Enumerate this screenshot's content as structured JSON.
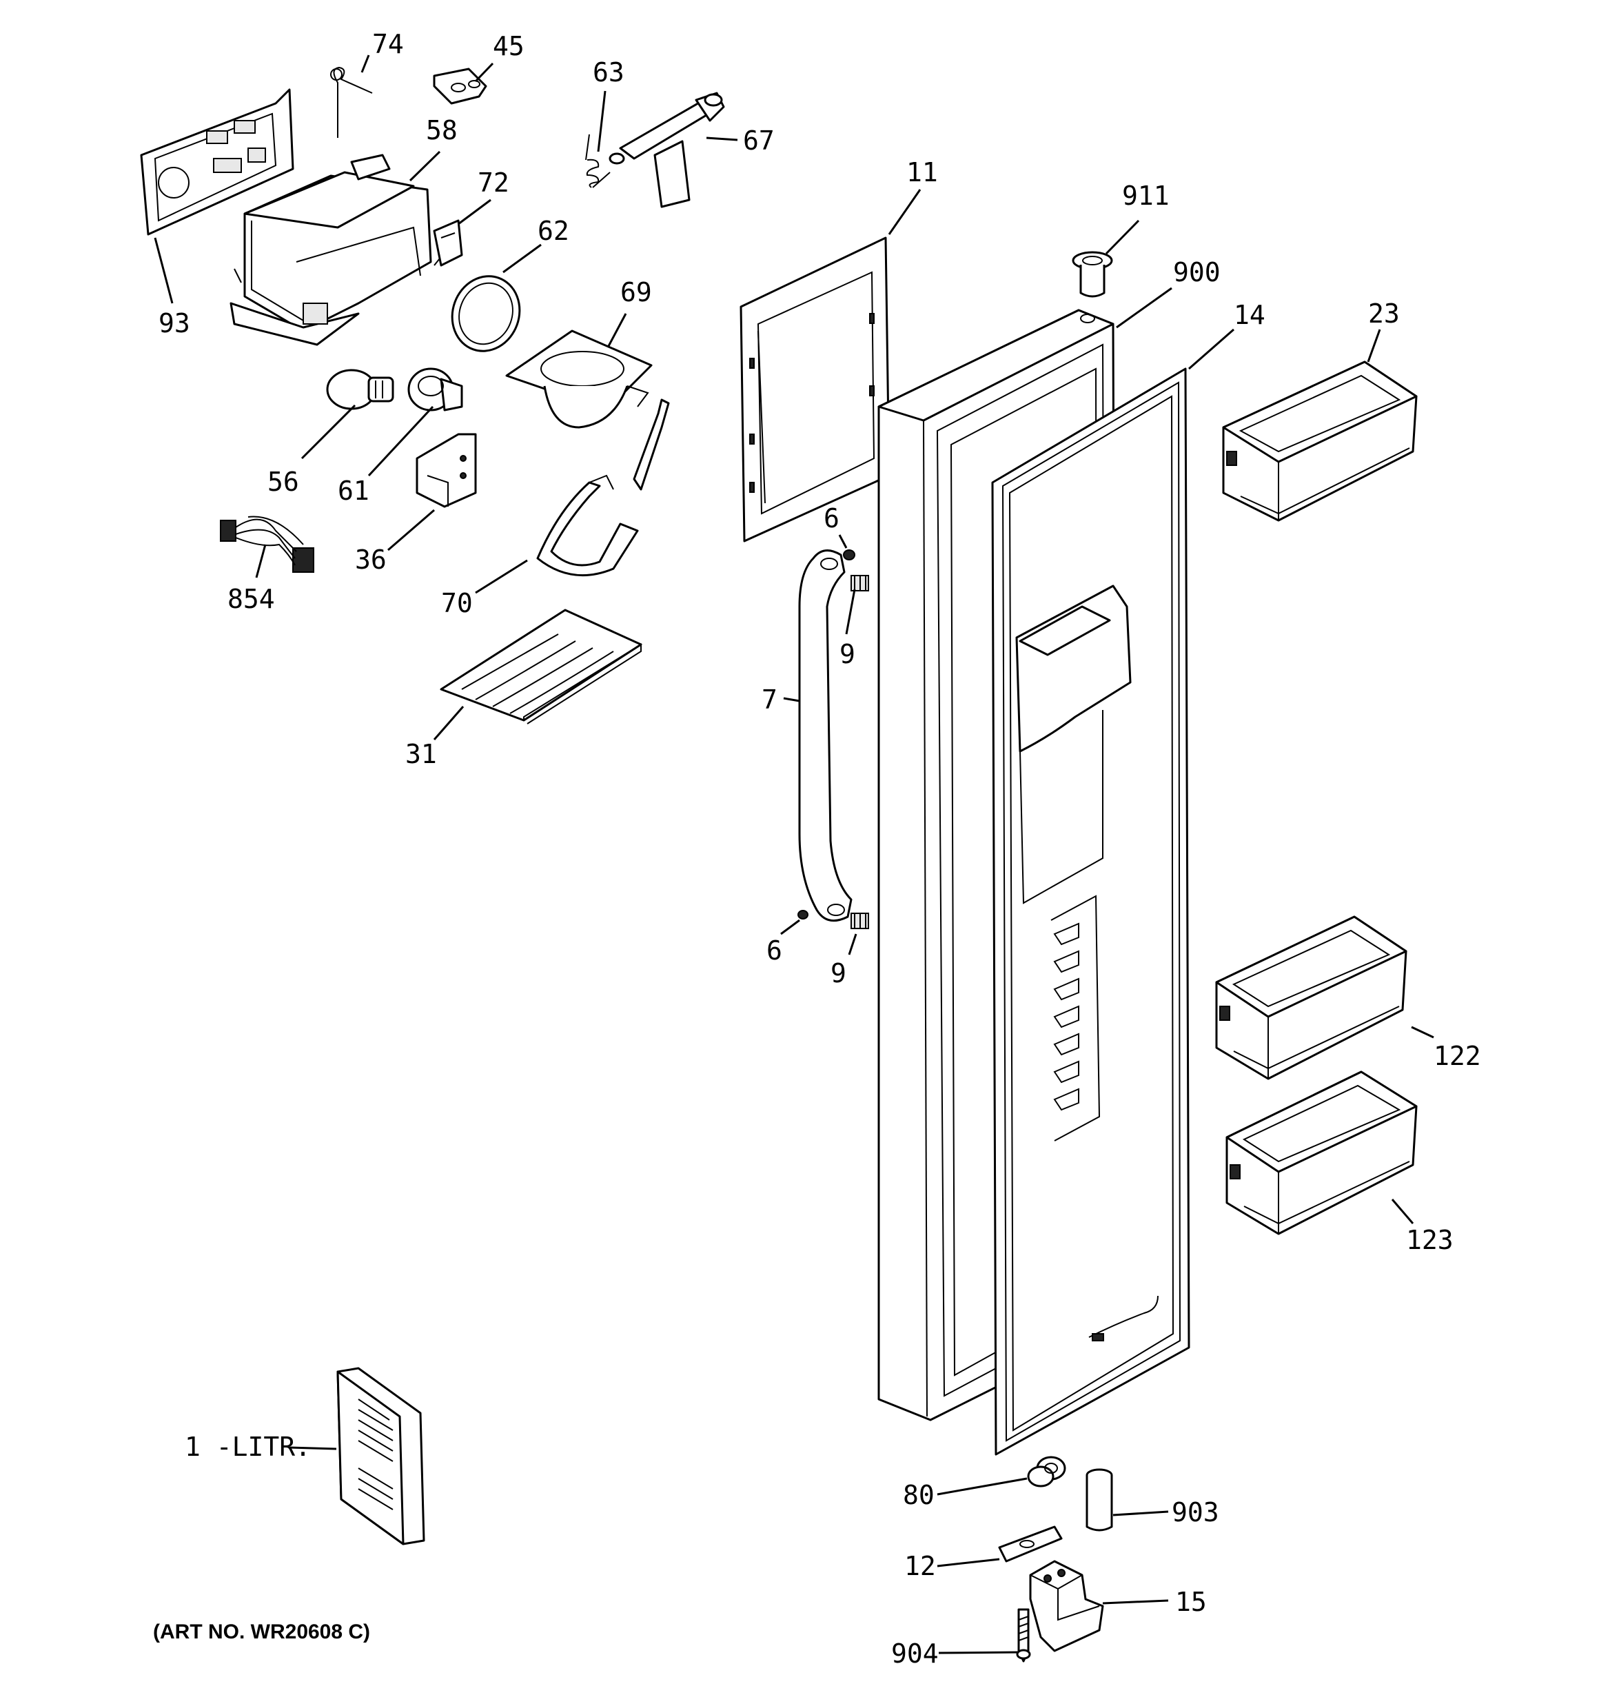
{
  "diagram": {
    "art_number": "(ART NO. WR20608 C)",
    "callouts": [
      {
        "id": "74",
        "label": "74"
      },
      {
        "id": "45",
        "label": "45"
      },
      {
        "id": "63",
        "label": "63"
      },
      {
        "id": "67",
        "label": "67"
      },
      {
        "id": "58",
        "label": "58"
      },
      {
        "id": "72",
        "label": "72"
      },
      {
        "id": "62",
        "label": "62"
      },
      {
        "id": "93",
        "label": "93"
      },
      {
        "id": "69",
        "label": "69"
      },
      {
        "id": "56",
        "label": "56"
      },
      {
        "id": "61",
        "label": "61"
      },
      {
        "id": "36",
        "label": "36"
      },
      {
        "id": "854",
        "label": "854"
      },
      {
        "id": "70",
        "label": "70"
      },
      {
        "id": "31",
        "label": "31"
      },
      {
        "id": "11",
        "label": "11"
      },
      {
        "id": "911",
        "label": "911"
      },
      {
        "id": "900",
        "label": "900"
      },
      {
        "id": "14",
        "label": "14"
      },
      {
        "id": "23",
        "label": "23"
      },
      {
        "id": "6a",
        "label": "6"
      },
      {
        "id": "9a",
        "label": "9"
      },
      {
        "id": "7",
        "label": "7"
      },
      {
        "id": "6b",
        "label": "6"
      },
      {
        "id": "9b",
        "label": "9"
      },
      {
        "id": "122",
        "label": "122"
      },
      {
        "id": "123",
        "label": "123"
      },
      {
        "id": "1",
        "label": "1 -LITR."
      },
      {
        "id": "80",
        "label": "80"
      },
      {
        "id": "903",
        "label": "903"
      },
      {
        "id": "12",
        "label": "12"
      },
      {
        "id": "15",
        "label": "15"
      },
      {
        "id": "904",
        "label": "904"
      }
    ]
  }
}
